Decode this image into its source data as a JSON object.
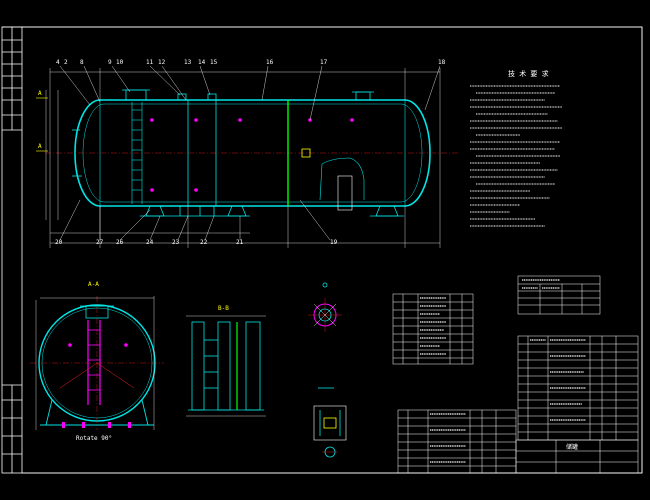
{
  "colors": {
    "background": "#000000",
    "frame": "#ffffff",
    "vessel": "#00e5e5",
    "dimension": "#ffffff",
    "accent_green": "#00ff00",
    "accent_magenta": "#ff00ff",
    "accent_red": "#ff2020",
    "accent_yellow": "#ffff00"
  },
  "main_view": {
    "balloons_top": [
      "4",
      "2",
      "8",
      "9",
      "10",
      "11",
      "12",
      "13",
      "14",
      "15",
      "16",
      "17",
      "18"
    ],
    "balloons_bottom": [
      "20",
      "27",
      "26",
      "24",
      "23",
      "22",
      "21",
      "19"
    ],
    "section_marks": [
      "A",
      "A"
    ]
  },
  "notes": {
    "heading": "技 术 要 求"
  },
  "views": {
    "section_a_label": "A-A",
    "section_b_label": "B-B",
    "section_a_caption": "Rotate 90°"
  },
  "title_block": {
    "drawing_name": "储罐"
  }
}
